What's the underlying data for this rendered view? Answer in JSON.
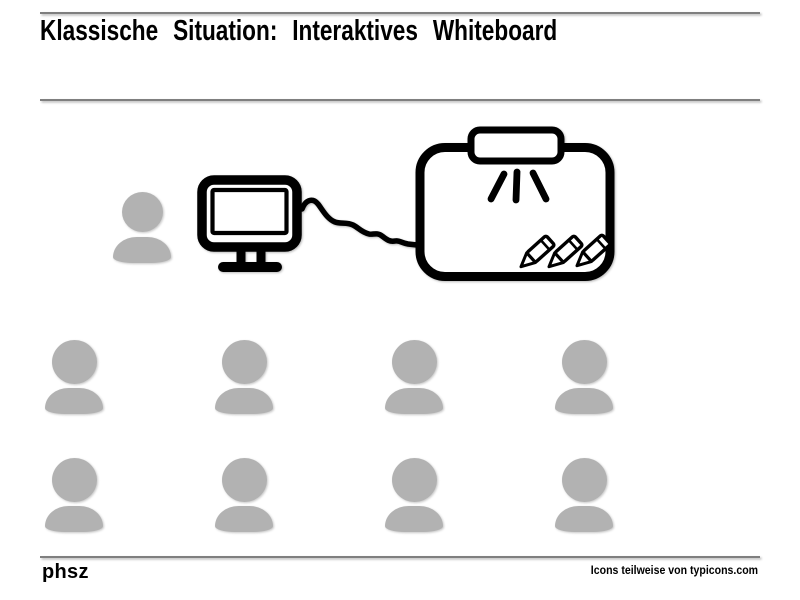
{
  "slide": {
    "title": "Klassische Situation: Interaktives Whiteboard",
    "footer": {
      "logo_text": "phsz",
      "credit_text": "Icons teilweise von typicons.com"
    }
  },
  "colors": {
    "background": "#ffffff",
    "text": "#000000",
    "icon_stroke": "#000000",
    "person_gray": "#b2b2b2",
    "divider_gray": "#7f7f7f"
  },
  "diagram": {
    "teacher": {
      "icon": "person-icon"
    },
    "students": [
      {
        "icon": "person-icon"
      },
      {
        "icon": "person-icon"
      },
      {
        "icon": "person-icon"
      },
      {
        "icon": "person-icon"
      },
      {
        "icon": "person-icon"
      },
      {
        "icon": "person-icon"
      },
      {
        "icon": "person-icon"
      },
      {
        "icon": "person-icon"
      }
    ],
    "equipment_icons": [
      "computer-icon",
      "cable-line",
      "whiteboard-icon",
      "projector-icon",
      "light-rays-icon",
      "pencil-icon"
    ]
  }
}
